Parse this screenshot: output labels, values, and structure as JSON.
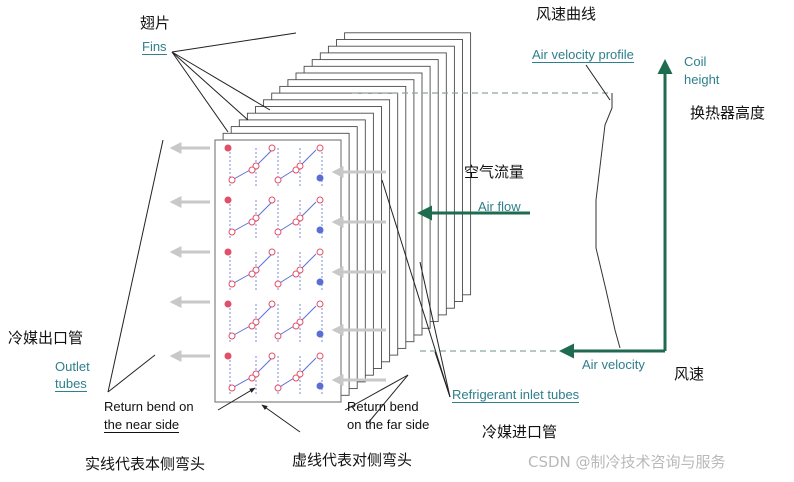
{
  "colors": {
    "teal_text": "#2f7f8c",
    "arrow_green": "#1f6b50",
    "blue_pipe": "#5a6fd6",
    "red_dot": "#e0506a",
    "gray_arrow": "#c8c8c8",
    "dashed_line": "#8aa6a0"
  },
  "labels": {
    "fins_zh": "翅片",
    "fins_en": "Fins",
    "air_profile_zh": "风速曲线",
    "air_profile_en": "Air velocity profile",
    "coil_height_en_1": "Coil",
    "coil_height_en_2": "height",
    "coil_height_zh": "换热器高度",
    "airflow_zh": "空气流量",
    "airflow_en": "Air flow",
    "outlet_zh": "冷媒出口管",
    "outlet_en_1": "Outlet",
    "outlet_en_2": "tubes",
    "air_velocity_en": "Air velocity",
    "air_velocity_zh": "风速",
    "inlet_en": "Refrigerant inlet tubes",
    "inlet_zh": "冷媒进口管",
    "near_bend_1": "Return bend on",
    "near_bend_2": "the near side",
    "far_bend_1": "Return bend",
    "far_bend_2": "on the far side",
    "solid_note_zh": "实线代表本侧弯头",
    "dashed_note_zh": "虚线代表对侧弯头",
    "watermark": "CSDN @制冷技术咨询与服务"
  },
  "icons": [
    "airflow-arrow-icon",
    "axis-arrow-icon",
    "outlet-arrow-icon",
    "inlet-arrow-icon"
  ]
}
